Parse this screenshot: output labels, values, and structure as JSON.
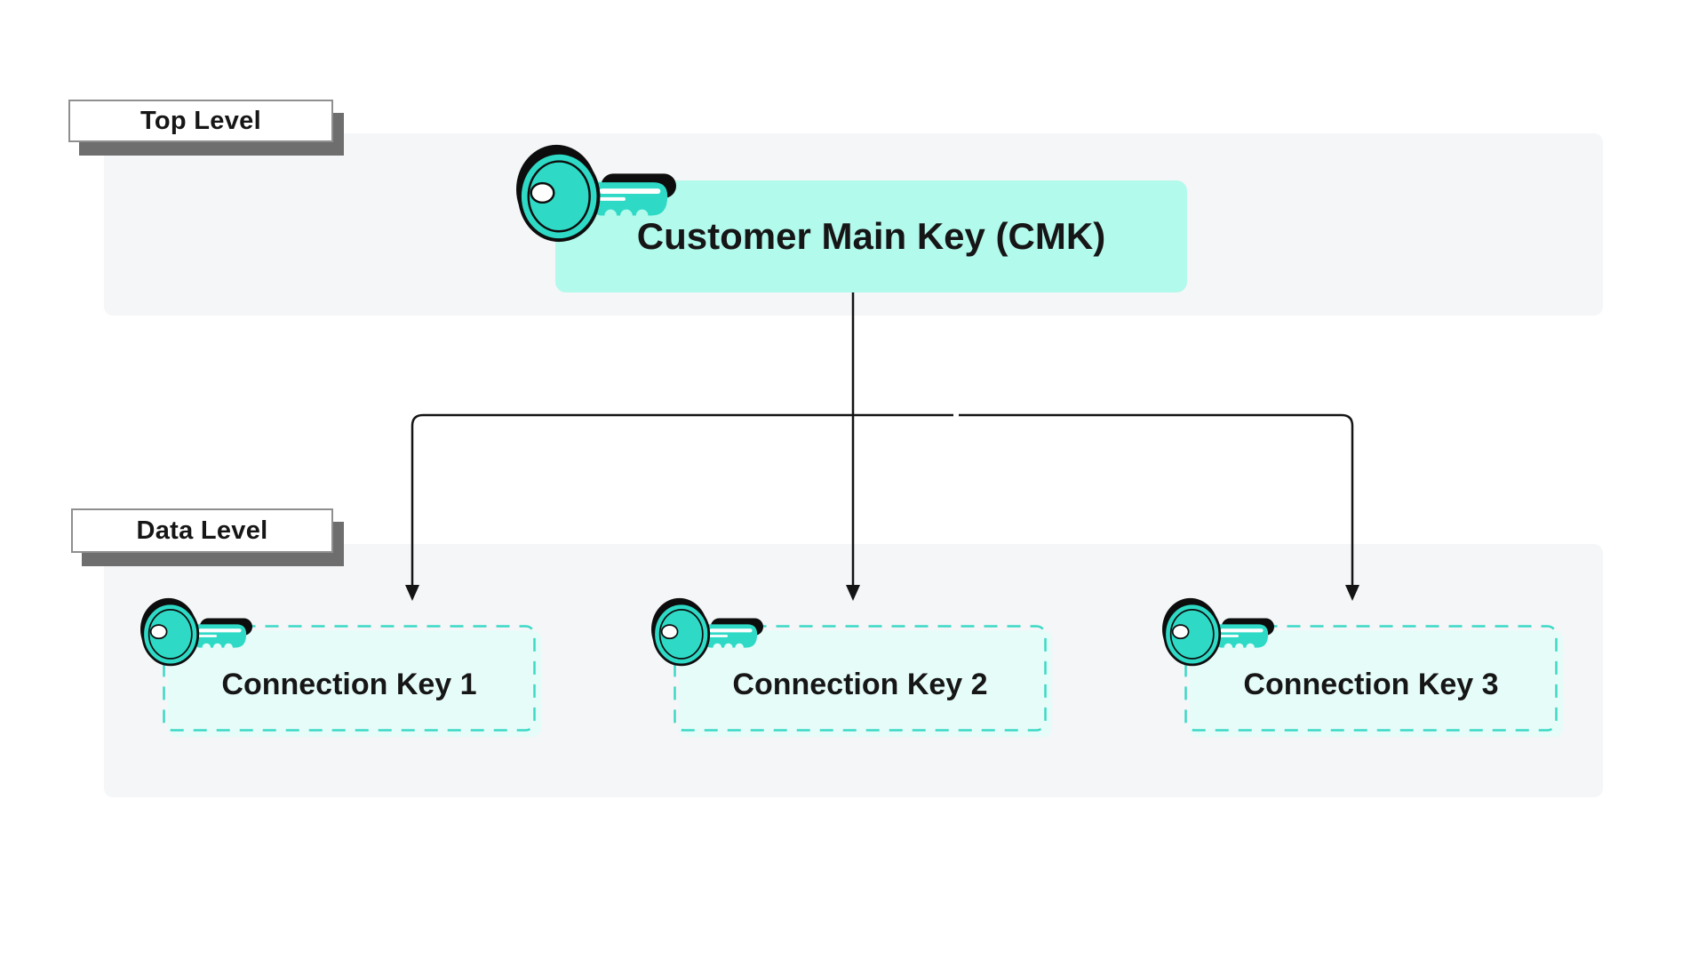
{
  "diagram": {
    "levels": {
      "top": {
        "label": "Top Level"
      },
      "data": {
        "label": "Data Level"
      }
    },
    "nodes": {
      "cmk": {
        "label": "Customer Main Key (CMK)",
        "icon": "key-icon"
      },
      "connection_keys": [
        {
          "label": "Connection Key 1",
          "icon": "key-icon"
        },
        {
          "label": "Connection Key 2",
          "icon": "key-icon"
        },
        {
          "label": "Connection Key 3",
          "icon": "key-icon"
        }
      ]
    },
    "colors": {
      "key-teal": "#2EDAC6",
      "cmk-fill": "#B2FAEC",
      "ck-fill": "#E6FCF9",
      "ck-border": "#3BD9C5",
      "band": "#F4F6F8",
      "line": "#141414",
      "label-shadow": "#6E6E6E",
      "label-border": "#8F8F8F",
      "text": "#161616",
      "page-bg": "#FFFFFF"
    }
  }
}
